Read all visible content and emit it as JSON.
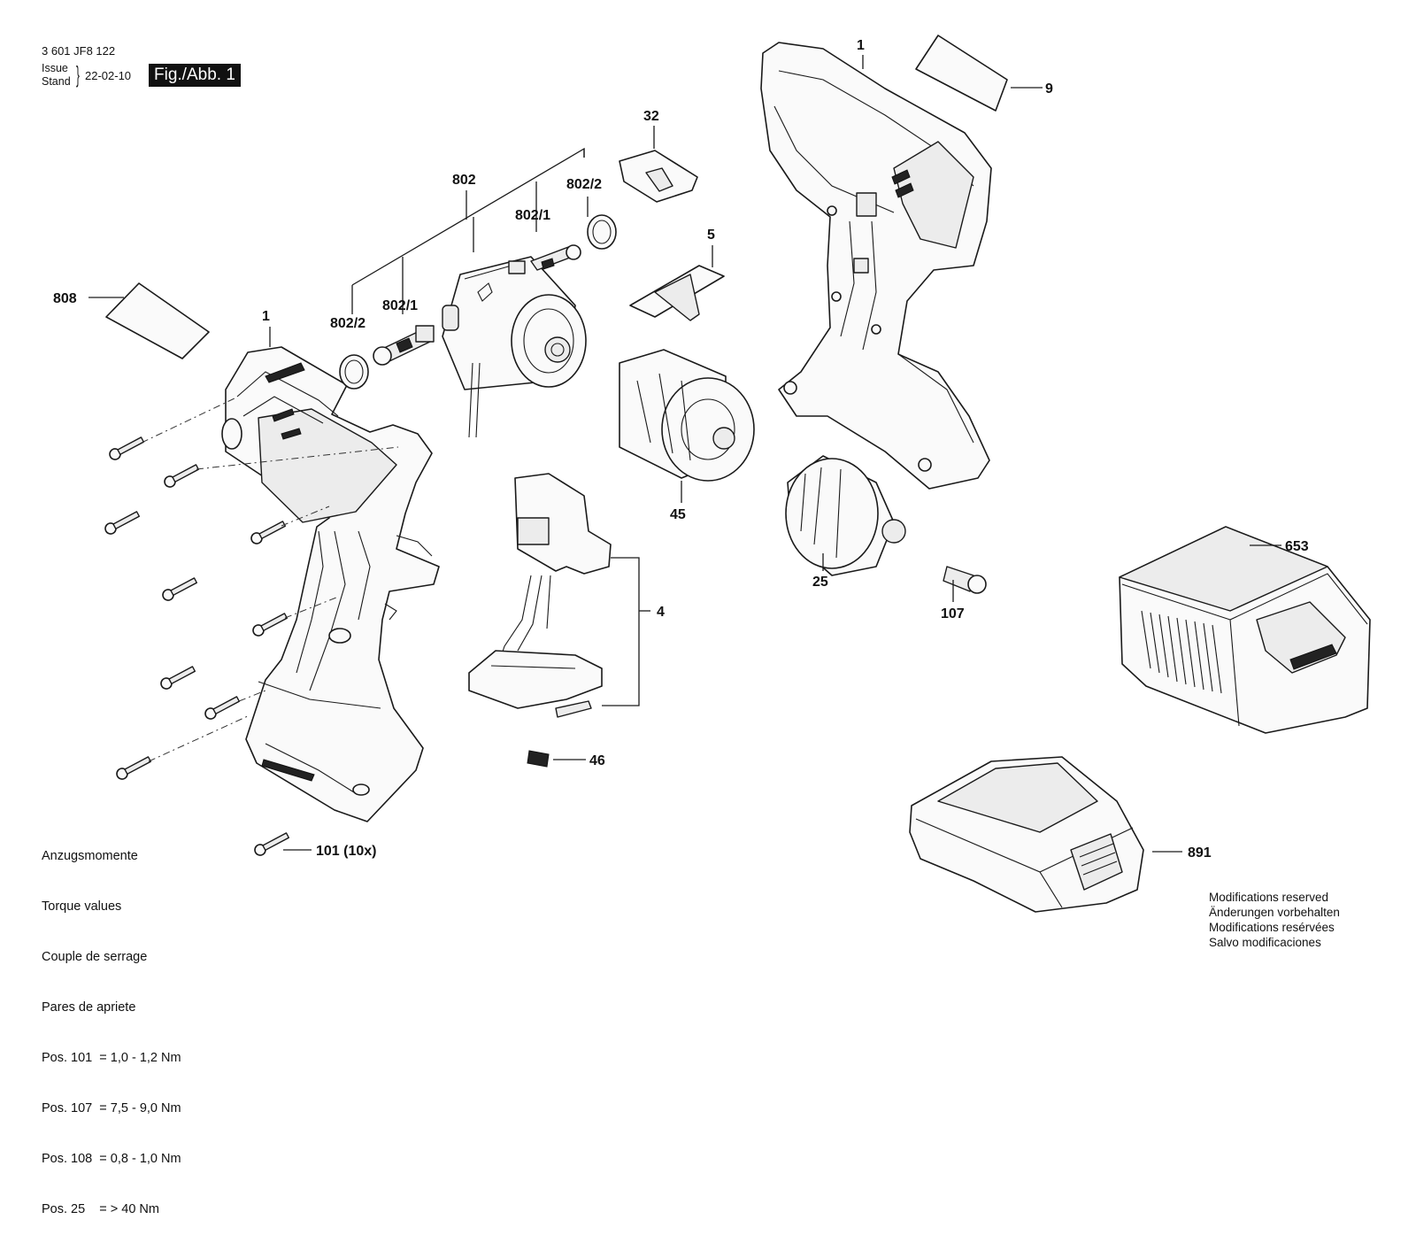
{
  "header": {
    "part_number": "3 601 JF8 122",
    "issue_label": "Issue",
    "stand_label": "Stand",
    "date": "22-02-10",
    "figure": "Fig./Abb. 1"
  },
  "callouts": {
    "c1_left": "1",
    "c1_right": "1",
    "c4": "4",
    "c5": "5",
    "c9": "9",
    "c25": "25",
    "c32": "32",
    "c45": "45",
    "c46": "46",
    "c101": "101 (10x)",
    "c107": "107",
    "c653": "653",
    "c802": "802",
    "c802_1a": "802/1",
    "c802_1b": "802/1",
    "c802_2a": "802/2",
    "c802_2b": "802/2",
    "c808": "808",
    "c891": "891"
  },
  "torque": {
    "lines": [
      "Anzugsmomente",
      "Torque values",
      "Couple de serrage",
      "Pares de apriete",
      "Pos. 101  = 1,0 - 1,2 Nm",
      "Pos. 107  = 7,5 - 9,0 Nm",
      "Pos. 108  = 0,8 - 1,0 Nm",
      "Pos. 25    = > 40 Nm"
    ]
  },
  "modifications": {
    "lines": [
      "Modifications reserved",
      "Änderungen vorbehalten",
      "Modifications resérvées",
      "Salvo modificaciones"
    ]
  }
}
